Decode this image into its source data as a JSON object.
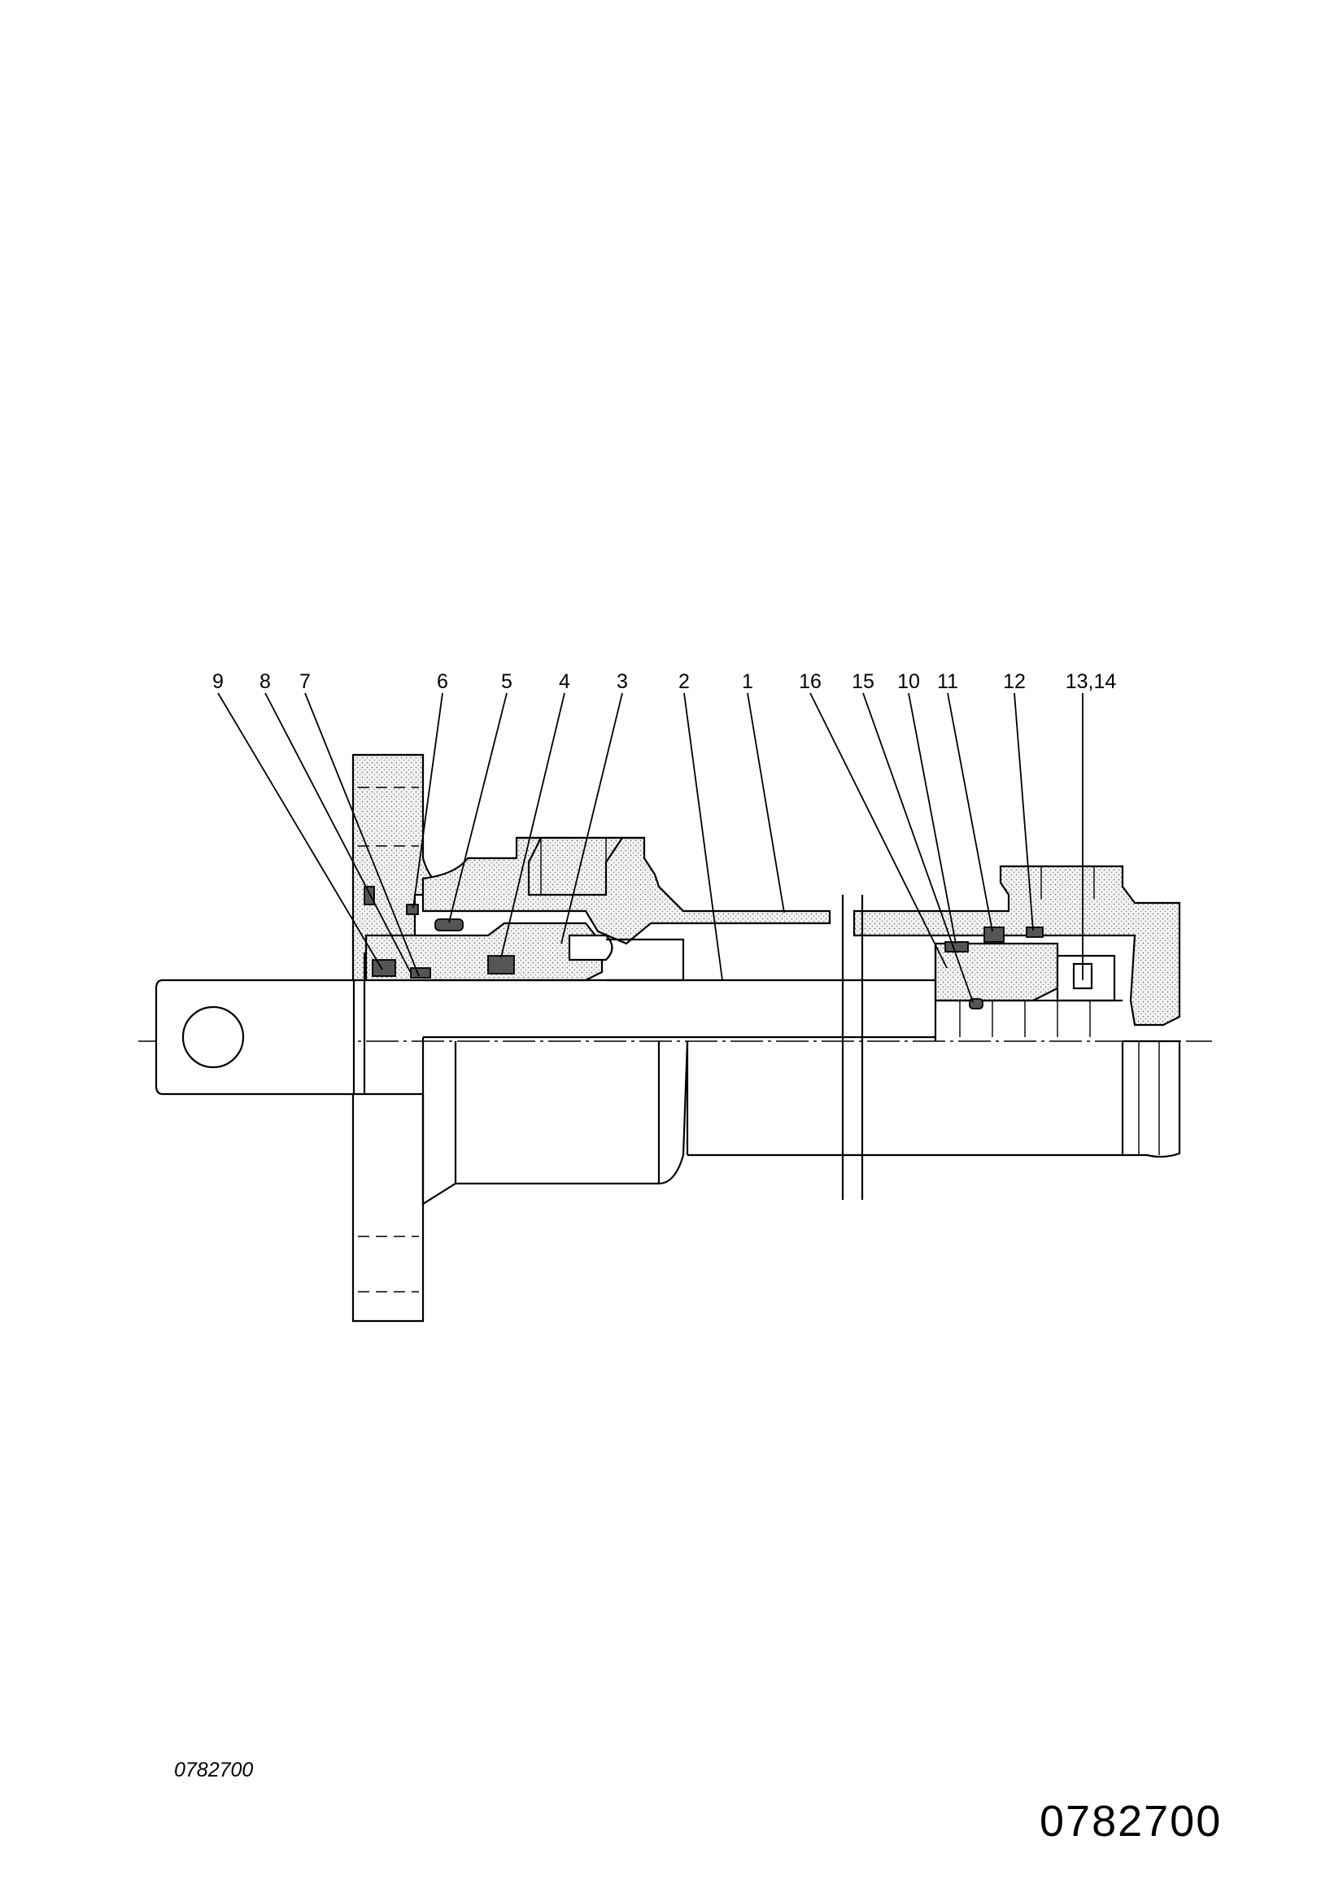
{
  "drawing": {
    "callouts": [
      {
        "id": "c9",
        "label": "9"
      },
      {
        "id": "c8",
        "label": "8"
      },
      {
        "id": "c7",
        "label": "7"
      },
      {
        "id": "c6",
        "label": "6"
      },
      {
        "id": "c5",
        "label": "5"
      },
      {
        "id": "c4",
        "label": "4"
      },
      {
        "id": "c3",
        "label": "3"
      },
      {
        "id": "c2",
        "label": "2"
      },
      {
        "id": "c1",
        "label": "1"
      },
      {
        "id": "c16",
        "label": "16"
      },
      {
        "id": "c15",
        "label": "15"
      },
      {
        "id": "c10",
        "label": "10"
      },
      {
        "id": "c11",
        "label": "11"
      },
      {
        "id": "c12",
        "label": "12"
      },
      {
        "id": "c13_14",
        "label": "13,14"
      }
    ]
  },
  "figure": {
    "small_number": "0782700",
    "large_number": "0782700"
  }
}
